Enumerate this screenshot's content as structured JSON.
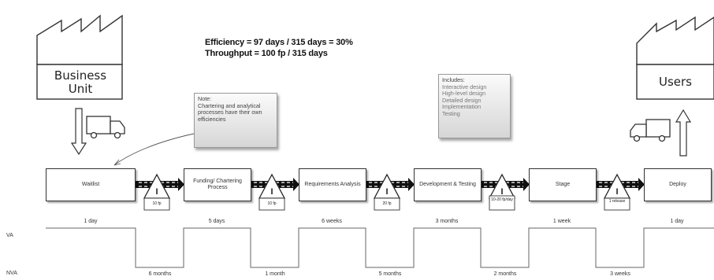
{
  "metrics": {
    "efficiency": "Efficiency = 97 days / 315 days = 30%",
    "throughput": "Throughput = 100 fp / 315 days"
  },
  "factories": {
    "source": "Business Unit",
    "sink": "Users"
  },
  "notes": {
    "left": {
      "title": "Note:",
      "body": "Chartering and analytical processes have their own efficiencies"
    },
    "right": {
      "title": "Includes:",
      "items": [
        "Interactive design",
        "High-level design",
        "Detailed design",
        "Implementation",
        "Testing"
      ]
    }
  },
  "processes": [
    "Waitlist",
    "Funding/ Chartering Process",
    "Requirements Analysis",
    "Development & Testing",
    "Stage",
    "Deploy"
  ],
  "inventory": [
    "10 fp",
    "10 fp",
    "20 fp",
    "10-20 fp/day",
    "1 release"
  ],
  "timeline": {
    "va_label": "VA",
    "nva_label": "NVA",
    "value_added": [
      "1 day",
      "5 days",
      "6 weeks",
      "3 months",
      "1 week",
      "1 day"
    ],
    "non_value_added": [
      "6 months",
      "1 month",
      "5 months",
      "2 months",
      "3 weeks"
    ]
  }
}
